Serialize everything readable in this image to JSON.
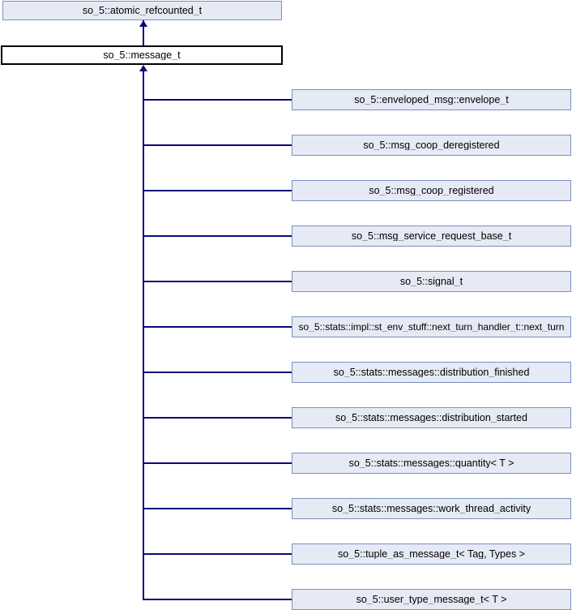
{
  "diagram": {
    "type": "inheritance-diagram",
    "title": "so_5::message_t inheritance diagram",
    "colors": {
      "node_fill": "#e5eaf4",
      "node_border": "#7b8fc0",
      "current_fill": "#ffffff",
      "current_border": "#000000",
      "edge": "#0a0a7a",
      "text": "#000000",
      "background": "#ffffff"
    },
    "base": {
      "label": "so_5::atomic_refcounted_t",
      "style": "shaded",
      "has_children_marker": false
    },
    "current": {
      "label": "so_5::message_t",
      "style": "current",
      "has_children_marker": false
    },
    "derived": [
      {
        "label": "so_5::enveloped_msg::envelope_t",
        "has_children_marker": true
      },
      {
        "label": "so_5::msg_coop_deregistered",
        "has_children_marker": false
      },
      {
        "label": "so_5::msg_coop_registered",
        "has_children_marker": false
      },
      {
        "label": "so_5::msg_service_request_base_t",
        "has_children_marker": true
      },
      {
        "label": "so_5::signal_t",
        "has_children_marker": true
      },
      {
        "label": "so_5::stats::impl::st_env_stuff::next_turn_handler_t::next_turn",
        "has_children_marker": false
      },
      {
        "label": "so_5::stats::messages::distribution_finished",
        "has_children_marker": false
      },
      {
        "label": "so_5::stats::messages::distribution_started",
        "has_children_marker": false
      },
      {
        "label": "so_5::stats::messages::quantity< T >",
        "has_children_marker": false
      },
      {
        "label": "so_5::stats::messages::work_thread_activity",
        "has_children_marker": false
      },
      {
        "label": "so_5::tuple_as_message_t< Tag, Types >",
        "has_children_marker": false
      },
      {
        "label": "so_5::user_type_message_t< T >",
        "has_children_marker": false
      }
    ]
  }
}
